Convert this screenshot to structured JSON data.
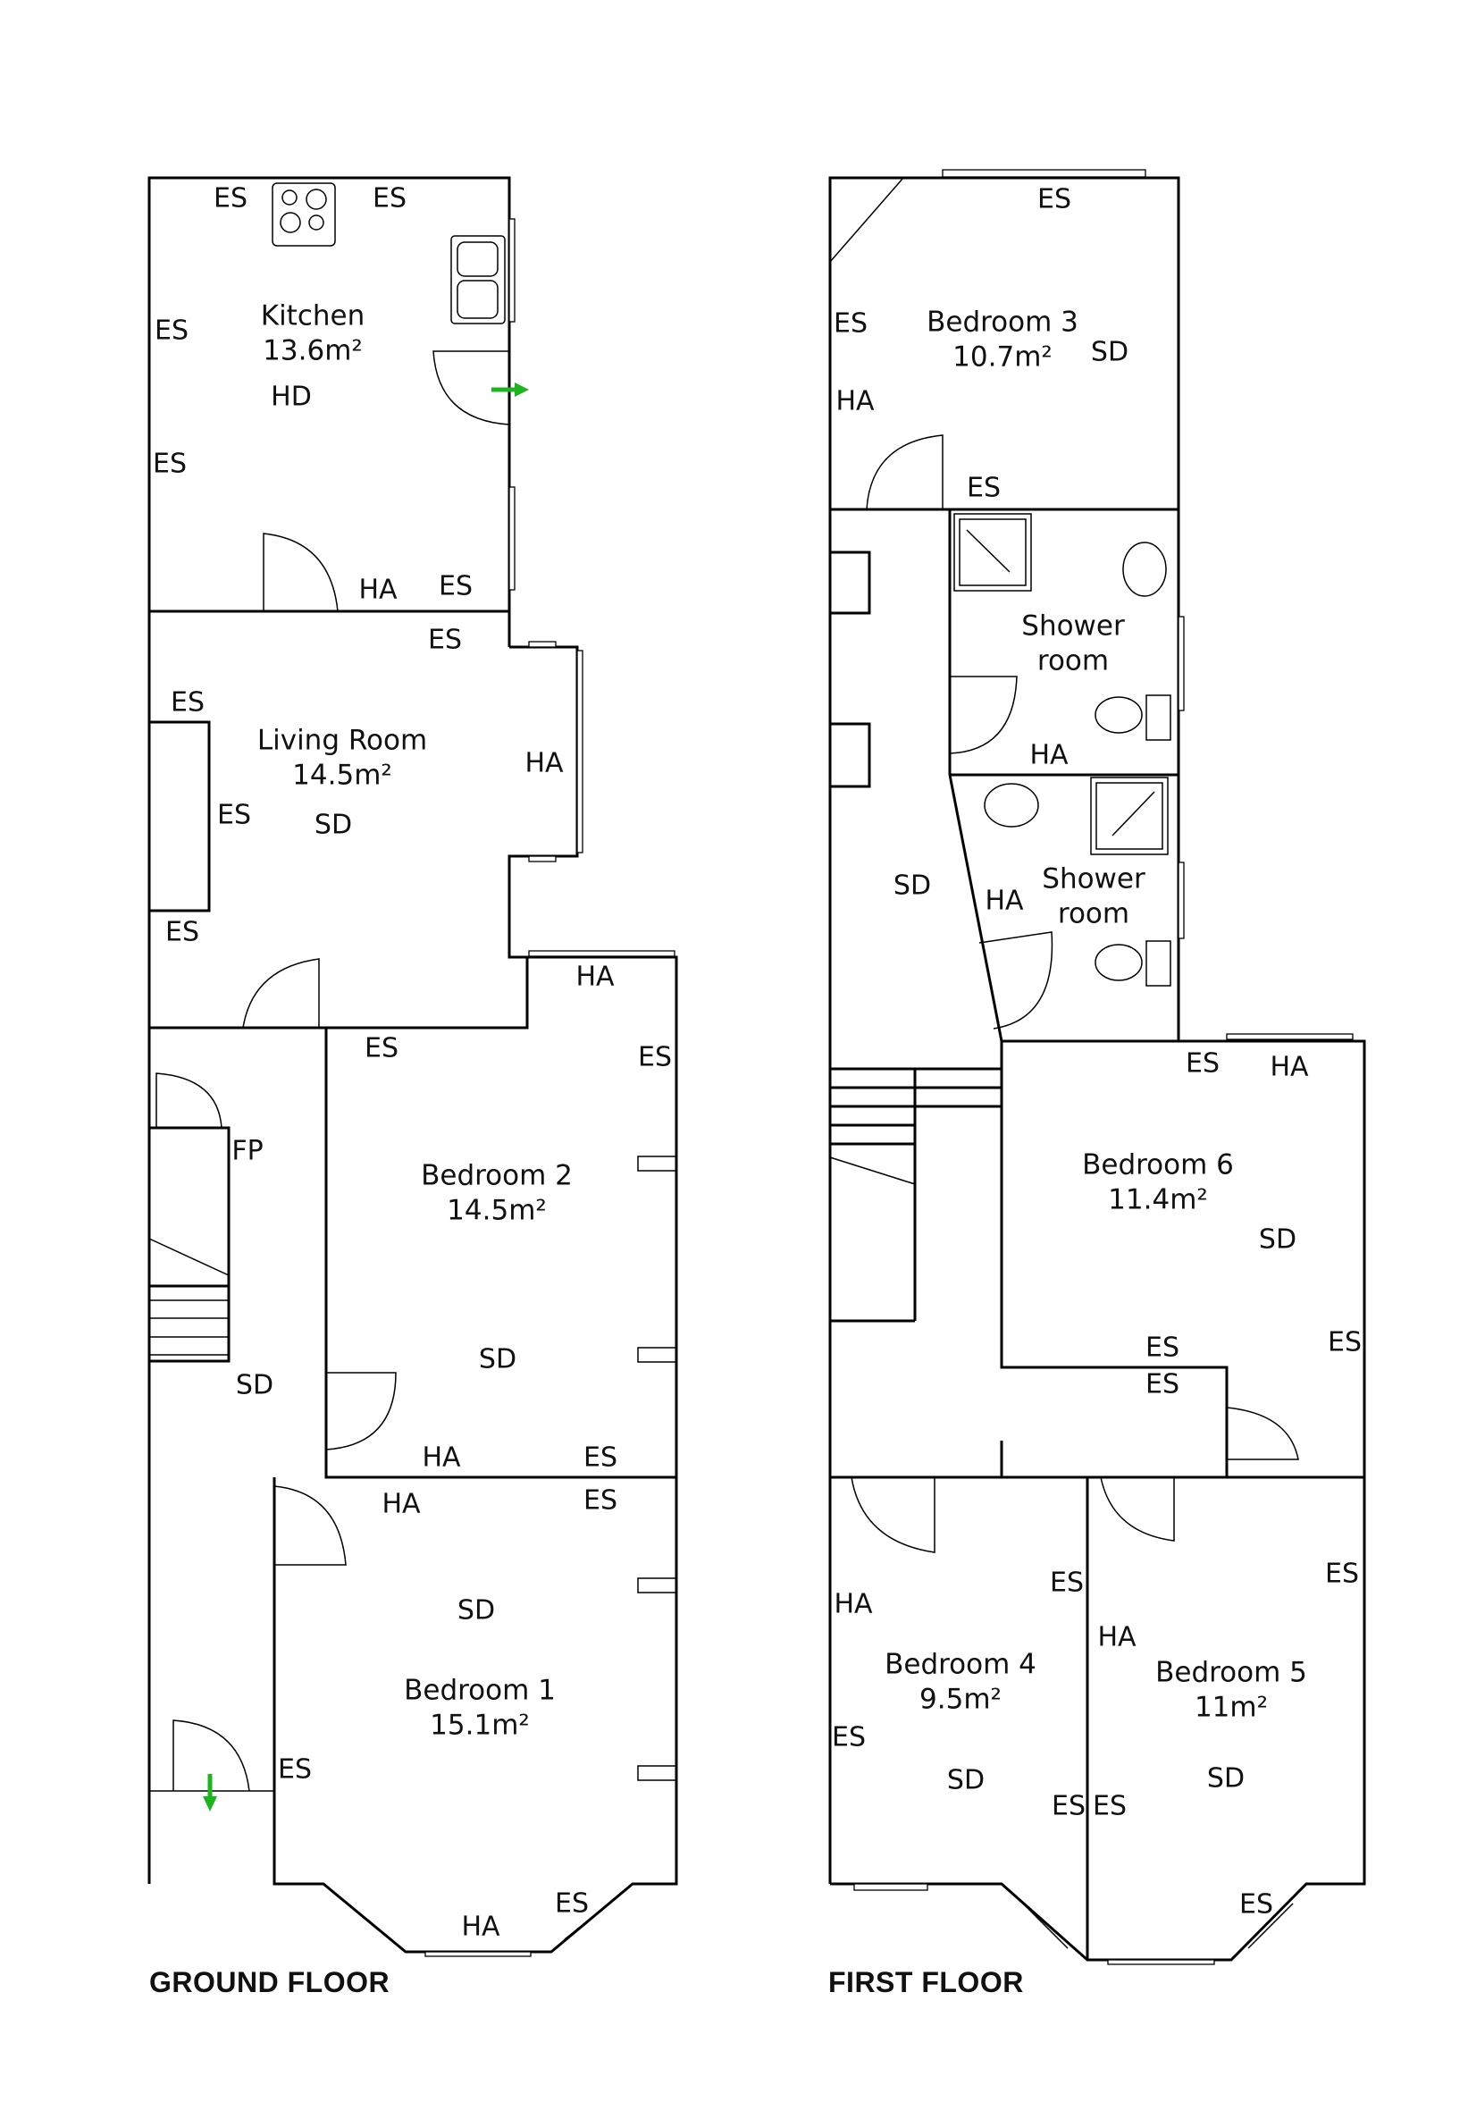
{
  "floors": [
    {
      "title": "GROUND FLOOR",
      "rooms": [
        {
          "name": "Kitchen",
          "area": "13.6m²"
        },
        {
          "name": "Living Room",
          "area": "14.5m²"
        },
        {
          "name": "Bedroom 2",
          "area": "14.5m²"
        },
        {
          "name": "Bedroom 1",
          "area": "15.1m²"
        }
      ],
      "markers": {
        "kitchen": [
          "ES",
          "ES",
          "ES",
          "ES",
          "HD",
          "HA",
          "ES"
        ],
        "living_room": [
          "ES",
          "ES",
          "ES",
          "ES",
          "HA",
          "SD"
        ],
        "hall": [
          "FP",
          "SD"
        ],
        "bedroom2": [
          "HA",
          "ES",
          "ES",
          "SD",
          "HA",
          "ES"
        ],
        "bedroom1": [
          "HA",
          "ES",
          "SD",
          "ES",
          "ES",
          "HA"
        ]
      }
    },
    {
      "title": "FIRST FLOOR",
      "rooms": [
        {
          "name": "Bedroom 3",
          "area": "10.7m²"
        },
        {
          "name": "Shower room",
          "area": ""
        },
        {
          "name": "Shower room",
          "area": ""
        },
        {
          "name": "Bedroom 6",
          "area": "11.4m²"
        },
        {
          "name": "Bedroom 4",
          "area": "9.5m²"
        },
        {
          "name": "Bedroom 5",
          "area": "11m²"
        }
      ],
      "markers": {
        "bedroom3": [
          "ES",
          "ES",
          "SD",
          "HA",
          "ES"
        ],
        "shower_room_1": [
          "HA"
        ],
        "shower_room_2": [
          "HA"
        ],
        "landing": [
          "SD"
        ],
        "bedroom6": [
          "ES",
          "HA",
          "SD",
          "ES",
          "ES",
          "ES"
        ],
        "bedroom4": [
          "HA",
          "ES",
          "ES",
          "SD",
          "ES"
        ],
        "bedroom5": [
          "ES",
          "HA",
          "SD",
          "ES",
          "ES"
        ]
      }
    }
  ],
  "legend_codes": {
    "ES": "ES",
    "HA": "HA",
    "SD": "SD",
    "HD": "HD",
    "FP": "FP"
  },
  "exit_arrows": {
    "color": "#1db51d",
    "count": 2
  },
  "colors": {
    "walls": "#000000",
    "background": "#ffffff",
    "exit_arrow": "#1db51d"
  }
}
